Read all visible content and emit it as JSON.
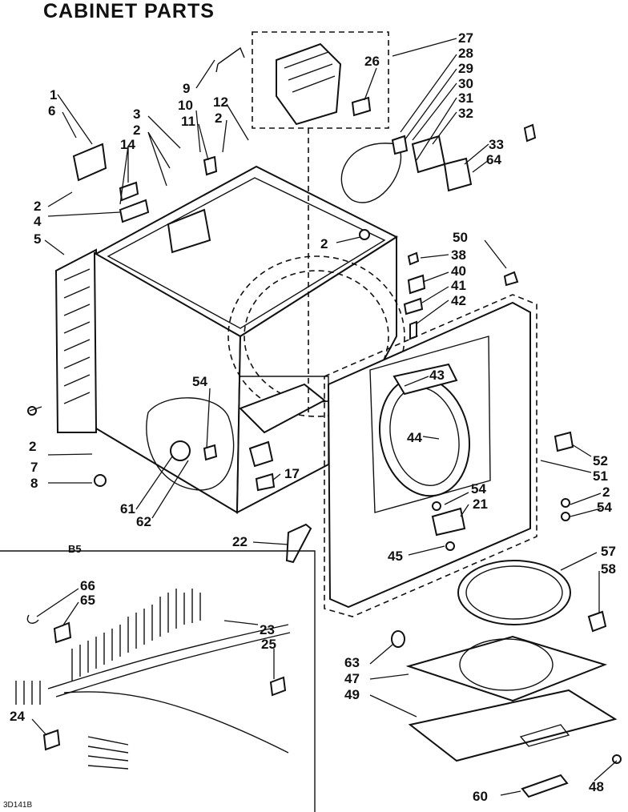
{
  "title": "CABINET PARTS",
  "section_code": "B5",
  "diagram_number": "3D141B",
  "callouts": {
    "p1": "1",
    "p6": "6",
    "p2a": "2",
    "p4": "4",
    "p5": "5",
    "p14": "14",
    "p3": "3",
    "p2b": "2",
    "p9": "9",
    "p10": "10",
    "p11": "11",
    "p12": "12",
    "p2c": "2",
    "p26": "26",
    "p27": "27",
    "p28": "28",
    "p29": "29",
    "p30": "30",
    "p31": "31",
    "p32": "32",
    "p33": "33",
    "p64": "64",
    "p2d": "2",
    "p50": "50",
    "p38": "38",
    "p40": "40",
    "p41": "41",
    "p42": "42",
    "p43": "43",
    "p44": "44",
    "p52": "52",
    "p51": "51",
    "p2e": "2",
    "p54a": "54",
    "p54b": "54",
    "p21": "21",
    "p45": "45",
    "p54c": "54",
    "p2f": "2",
    "p7": "7",
    "p8": "8",
    "p61": "61",
    "p62": "62",
    "p17": "17",
    "p22": "22",
    "p66": "66",
    "p65": "65",
    "p23": "23",
    "p25": "25",
    "p24": "24",
    "p57": "57",
    "p58": "58",
    "p63": "63",
    "p47": "47",
    "p49": "49",
    "p48": "48",
    "p60": "60"
  }
}
